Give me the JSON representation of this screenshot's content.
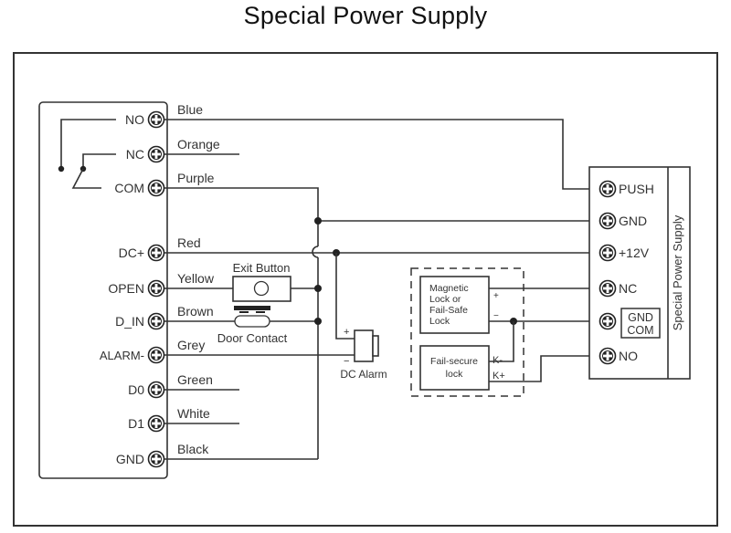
{
  "title": "Special Power Supply",
  "controller": {
    "terminals": [
      {
        "label": "NO",
        "wire": "Blue"
      },
      {
        "label": "NC",
        "wire": "Orange"
      },
      {
        "label": "COM",
        "wire": "Purple"
      },
      {
        "label": "DC+",
        "wire": "Red"
      },
      {
        "label": "OPEN",
        "wire": "Yellow"
      },
      {
        "label": "D_IN",
        "wire": "Brown"
      },
      {
        "label": "ALARM-",
        "wire": "Grey"
      },
      {
        "label": "D0",
        "wire": "Green"
      },
      {
        "label": "D1",
        "wire": "White"
      },
      {
        "label": "GND",
        "wire": "Black"
      }
    ]
  },
  "power_supply": {
    "title": "Special Power Supply",
    "terminals": [
      "PUSH",
      "GND",
      "+12V",
      "NC",
      "GND",
      "NO"
    ],
    "gnd_com_box": [
      "GND",
      "COM"
    ]
  },
  "components": {
    "exit_button": "Exit Button",
    "door_contact": "Door Contact",
    "dc_alarm": "DC Alarm",
    "alarm_plus": "+",
    "alarm_minus": "−",
    "mag_lock": [
      "Magnetic",
      "Lock or",
      "Fail-Safe",
      "Lock"
    ],
    "mag_plus": "+",
    "mag_minus": "−",
    "fail_secure": [
      "Fail-secure",
      "lock"
    ],
    "k_minus": "K-",
    "k_plus": "K+"
  }
}
